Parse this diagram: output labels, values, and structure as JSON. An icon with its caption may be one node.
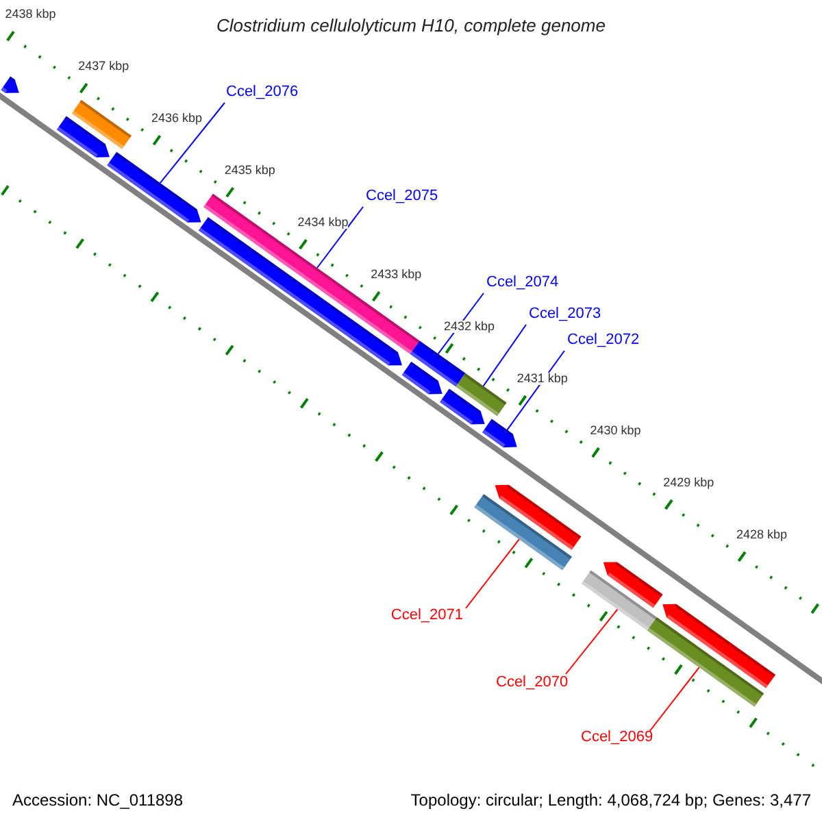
{
  "diagram": {
    "title": "Clostridium cellulolyticum H10, complete genome",
    "nodes": [
      {
        "text": [],
        "shape": "pentagon"
      },
      {
        "text": [],
        "shape": "bar"
      },
      {
        "text": [],
        "shape": "pentagon"
      },
      {
        "text": [],
        "shape": "pentagon"
      },
      {
        "text": [],
        "shape": "bar"
      },
      {
        "text": [],
        "shape": "pentagon"
      },
      {
        "text": [],
        "shape": "bar"
      },
      {
        "text": [],
        "shape": "bar"
      },
      {
        "text": [],
        "shape": "pentagon"
      },
      {
        "text": [],
        "shape": "pentagon"
      },
      {
        "text": [],
        "shape": "pentagon"
      },
      {
        "text": [],
        "shape": "pentagon"
      },
      {
        "text": [],
        "shape": "bar"
      },
      {
        "text": [],
        "shape": "pentagon"
      },
      {
        "text": [],
        "shape": "pentagon"
      },
      {
        "text": [],
        "shape": "bar"
      },
      {
        "text": [],
        "shape": "bar"
      },
      {
        "text": [
          "Ccel_2076"
        ]
      },
      {
        "text": [
          "Ccel_2075"
        ]
      },
      {
        "text": [
          "Ccel_2074"
        ]
      },
      {
        "text": [
          "Ccel_2073"
        ]
      },
      {
        "text": [
          "Ccel_2072"
        ]
      },
      {
        "text": [
          "Ccel_2071"
        ]
      },
      {
        "text": [
          "Ccel_2070"
        ]
      },
      {
        "text": [
          "Ccel_2069"
        ]
      }
    ],
    "edges": [
      {
        "from": 17,
        "to": 3,
        "arrow": "none"
      },
      {
        "from": 18,
        "to": 4,
        "arrow": "none"
      },
      {
        "from": 19,
        "to": 6,
        "arrow": "none"
      },
      {
        "from": 20,
        "to": 7,
        "arrow": "none"
      },
      {
        "from": 21,
        "to": 10,
        "arrow": "none"
      },
      {
        "from": 22,
        "to": 12,
        "arrow": "none",
        "color": "#ff0000"
      },
      {
        "from": 23,
        "to": 15,
        "arrow": "none",
        "color": "#ff0000"
      },
      {
        "from": 24,
        "to": 16,
        "arrow": "none",
        "color": "#ff0000"
      }
    ],
    "labels": [
      "2438 kbp",
      "2437 kbp",
      "2436 kbp",
      "2435 kbp",
      "2434 kbp",
      "2433 kbp",
      "2432 kbp",
      "2431 kbp",
      "2430 kbp",
      "2429 kbp",
      "2428 kbp",
      "Accession: NC_011898",
      "Topology: circular; Length: 4,068,724 bp; Genes: 3,477"
    ]
  }
}
